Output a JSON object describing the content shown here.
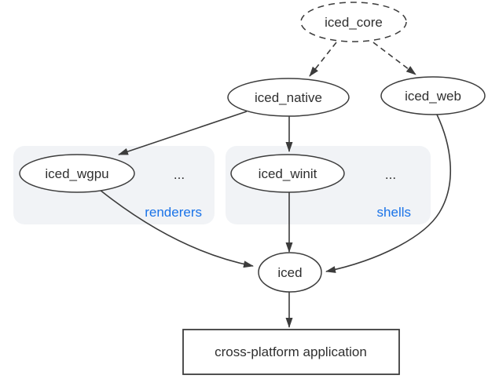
{
  "nodes": {
    "iced_core": {
      "label": "iced_core",
      "shape": "ellipse",
      "border": "dashed"
    },
    "iced_native": {
      "label": "iced_native",
      "shape": "ellipse",
      "border": "solid"
    },
    "iced_web": {
      "label": "iced_web",
      "shape": "ellipse",
      "border": "solid"
    },
    "iced_wgpu": {
      "label": "iced_wgpu",
      "shape": "ellipse",
      "border": "solid"
    },
    "iced_winit": {
      "label": "iced_winit",
      "shape": "ellipse",
      "border": "solid"
    },
    "iced": {
      "label": "iced",
      "shape": "ellipse",
      "border": "solid"
    },
    "app": {
      "label": "cross-platform application",
      "shape": "rectangle",
      "border": "solid"
    }
  },
  "groups": {
    "renderers": {
      "label": "renderers",
      "ellipsis": "...",
      "members": [
        "iced_wgpu"
      ]
    },
    "shells": {
      "label": "shells",
      "ellipsis": "...",
      "members": [
        "iced_winit"
      ]
    }
  },
  "edges": [
    {
      "from": "iced_core",
      "to": "iced_native",
      "style": "dashed"
    },
    {
      "from": "iced_core",
      "to": "iced_web",
      "style": "dashed"
    },
    {
      "from": "iced_native",
      "to": "iced_wgpu",
      "style": "solid"
    },
    {
      "from": "iced_native",
      "to": "iced_winit",
      "style": "solid"
    },
    {
      "from": "iced_wgpu",
      "to": "iced",
      "style": "solid"
    },
    {
      "from": "iced_winit",
      "to": "iced",
      "style": "solid"
    },
    {
      "from": "iced_web",
      "to": "iced",
      "style": "solid"
    },
    {
      "from": "iced",
      "to": "app",
      "style": "solid"
    }
  ],
  "colors": {
    "node_stroke": "#3c3c3c",
    "text": "#2f2f2f",
    "group_background": "#f1f3f6",
    "group_label_blue": "#1a73e8",
    "background": "#ffffff"
  }
}
